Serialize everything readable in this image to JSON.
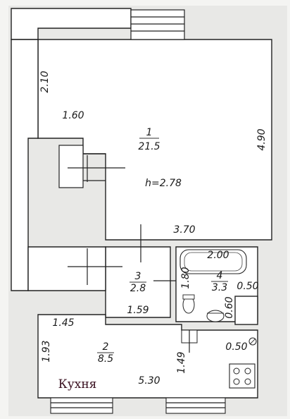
{
  "rooms": [
    {
      "number": "1",
      "area": "21.5"
    },
    {
      "number": "3",
      "area": "2.8"
    },
    {
      "number": "4",
      "area": "3.3"
    },
    {
      "number": "2",
      "area": "8.5"
    }
  ],
  "height_label": "h=2.78",
  "dimensions": {
    "d210": "2.10",
    "d160": "1.60",
    "d490": "4.90",
    "d370": "3.70",
    "d200": "2.00",
    "d180": "1.80",
    "d050a": "0.50",
    "d060": "0.60",
    "d159": "1.59",
    "d145": "1.45",
    "d193": "1.93",
    "d149": "1.49",
    "d050b": "0.50",
    "d530": "5.30"
  },
  "kitchen_label": "Кухня"
}
